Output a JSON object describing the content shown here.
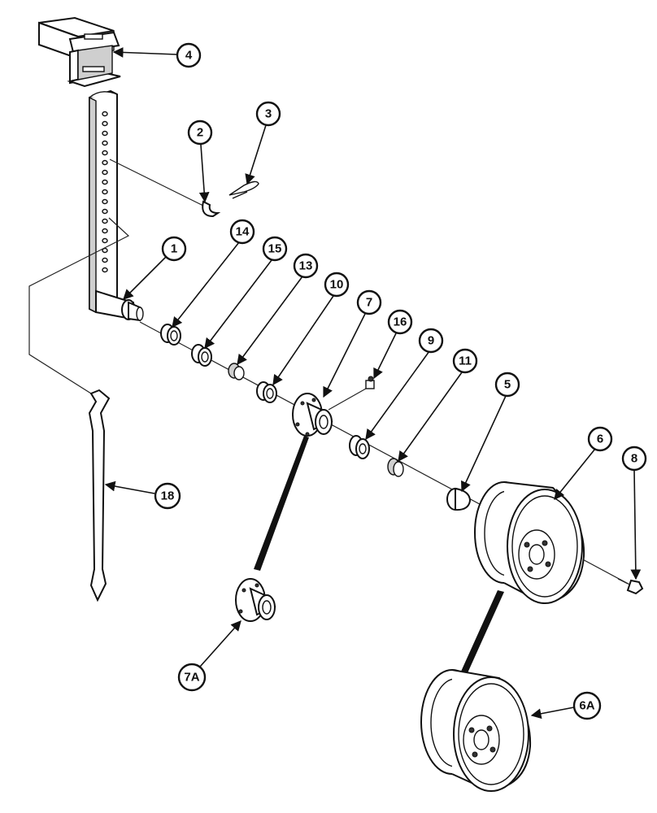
{
  "callouts": {
    "c1": "1",
    "c2": "2",
    "c3": "3",
    "c4": "4",
    "c5": "5",
    "c6": "6",
    "c6a": "6A",
    "c7": "7",
    "c7a": "7A",
    "c8": "8",
    "c9": "9",
    "c10": "10",
    "c11": "11",
    "c13": "13",
    "c14": "14",
    "c15": "15",
    "c16": "16",
    "c18": "18"
  }
}
